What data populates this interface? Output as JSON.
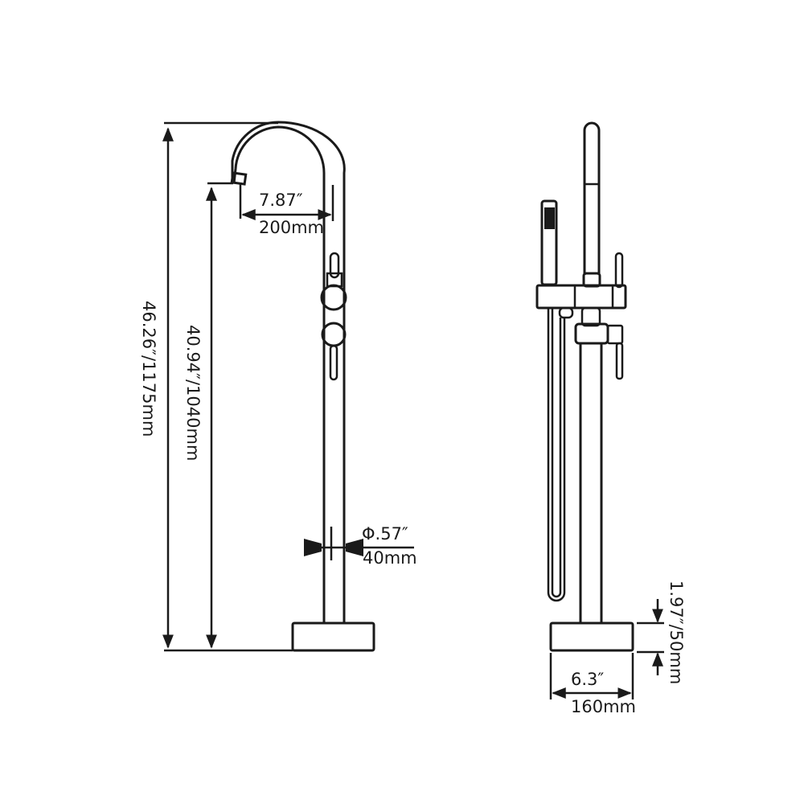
{
  "diagram": {
    "type": "technical-drawing",
    "subject": "Freestanding bathtub faucet with hand shower",
    "views": [
      {
        "name": "front-view"
      },
      {
        "name": "side-view"
      }
    ]
  },
  "dimensions": {
    "total_height": "46.26″/1175mm",
    "spout_height": "40.94″/1040mm",
    "spout_reach_in": "7.87″",
    "spout_reach_mm": "200mm",
    "pipe_diameter_in": "Φ.57″",
    "pipe_diameter_mm": "40mm",
    "base_height": "1.97″/50mm",
    "base_width_in": "6.3″",
    "base_width_mm": "160mm"
  },
  "colors": {
    "line": "#1a1a1a",
    "background": "#ffffff"
  }
}
